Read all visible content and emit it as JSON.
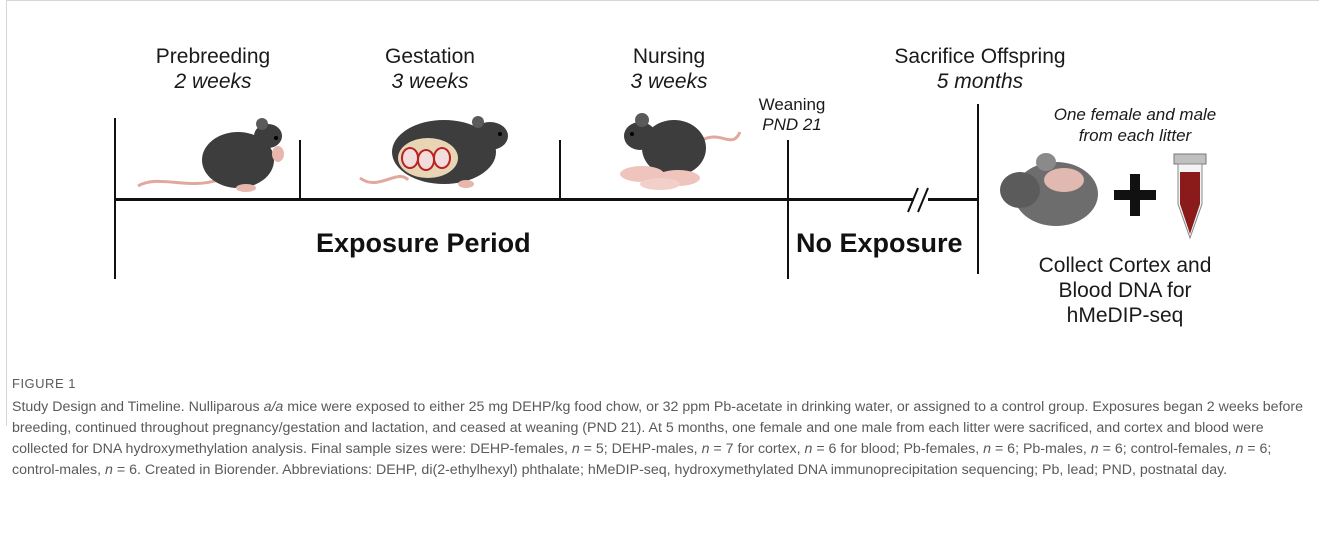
{
  "stages": [
    {
      "name": "Prebreeding",
      "duration": "2 weeks"
    },
    {
      "name": "Gestation",
      "duration": "3 weeks"
    },
    {
      "name": "Nursing",
      "duration": "3 weeks"
    },
    {
      "name": "Sacrifice Offspring",
      "duration": "5 months"
    }
  ],
  "weaning": {
    "name": "Weaning",
    "day": "PND 21"
  },
  "periods": {
    "exposure": "Exposure Period",
    "no_exposure": "No Exposure"
  },
  "collection": {
    "note_line1": "One female and male",
    "note_line2": "from each litter",
    "plus": "+",
    "line1": "Collect Cortex and",
    "line2": "Blood DNA for",
    "line3": "hMeDIP-seq"
  },
  "caption": {
    "label": "FIGURE 1",
    "text_parts": [
      "Study Design and Timeline. Nulliparous ",
      "a/a",
      " mice were exposed to either 25 mg DEHP/kg food chow, or 32 ppm Pb-acetate in drinking water, or assigned to a control group. Exposures began 2 weeks before breeding, continued throughout pregnancy/gestation and lactation, and ceased at weaning (PND 21). At 5 months, one female and one male from each litter were sacrificed, and cortex and blood were collected for DNA hydroxymethylation analysis. Final sample sizes were: DEHP-females, ",
      "n",
      " = 5; DEHP-males, ",
      "n",
      " = 7 for cortex, ",
      "n",
      " = 6 for blood; Pb-females, ",
      "n",
      " = 6; Pb-males, ",
      "n",
      " = 6; control-females, ",
      "n",
      " = 6; control-males, ",
      "n",
      " = 6. Created in Biorender. Abbreviations: DEHP, di(2-ethylhexyl) phthalate; hMeDIP-seq, hydroxymethylated DNA immunoprecipitation sequencing; Pb, lead; PND, postnatal day."
    ]
  },
  "colors": {
    "mouse_body": "#3d3d3d",
    "mouse_pink": "#e7b6ac",
    "blood": "#8b1a1a",
    "text": "#1a1a1a",
    "caption": "#5a5a5a"
  },
  "icons": [
    "mouse-icon",
    "pregnant-mouse-icon",
    "nursing-mouse-icon",
    "mouse-head-icon",
    "blood-tube-icon"
  ]
}
